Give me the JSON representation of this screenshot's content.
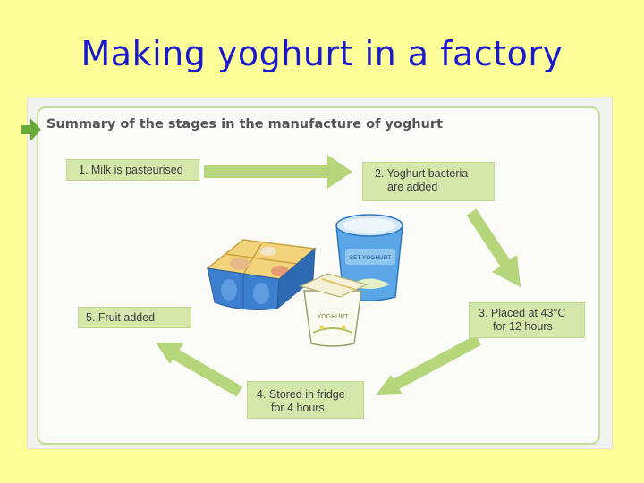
{
  "slide": {
    "title": "Making yoghurt in a factory"
  },
  "figure": {
    "heading": "Summary of the stages in the manufacture of yoghurt",
    "stages": [
      {
        "line1": "1. Milk is pasteurised",
        "line2": ""
      },
      {
        "line1": "2. Yoghurt bacteria",
        "line2": "are added"
      },
      {
        "line1": "3. Placed at 43°C",
        "line2": "for 12 hours"
      },
      {
        "line1": "4. Stored in fridge",
        "line2": "for 4 hours"
      },
      {
        "line1": "5. Fruit added",
        "line2": ""
      }
    ],
    "cup_labels": {
      "large_cup": "SET YOGHURT",
      "small_cup": "YOGHURT"
    }
  },
  "colors": {
    "background": "#ffff99",
    "title": "#1a1acc",
    "stage_box": "#d6e7ac",
    "arrow": "#b5d67a",
    "tab_arrow": "#6aaa3a"
  }
}
